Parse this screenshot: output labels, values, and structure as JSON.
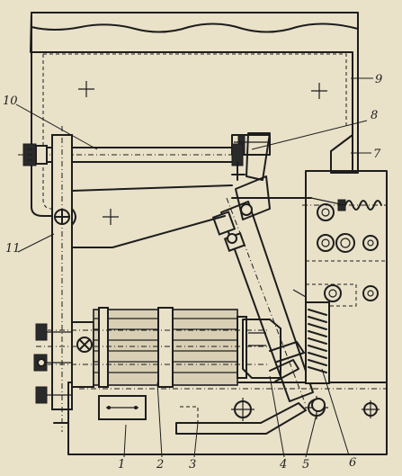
{
  "callouts": {
    "c1": "1",
    "c2": "2",
    "c3": "3",
    "c4": "4",
    "c5": "5",
    "c6": "6",
    "c7": "7",
    "c8": "8",
    "c9": "9",
    "c10": "10",
    "c11": "11"
  },
  "colors": {
    "paper": "#e9e1c8",
    "ink": "#1d1d1d"
  }
}
